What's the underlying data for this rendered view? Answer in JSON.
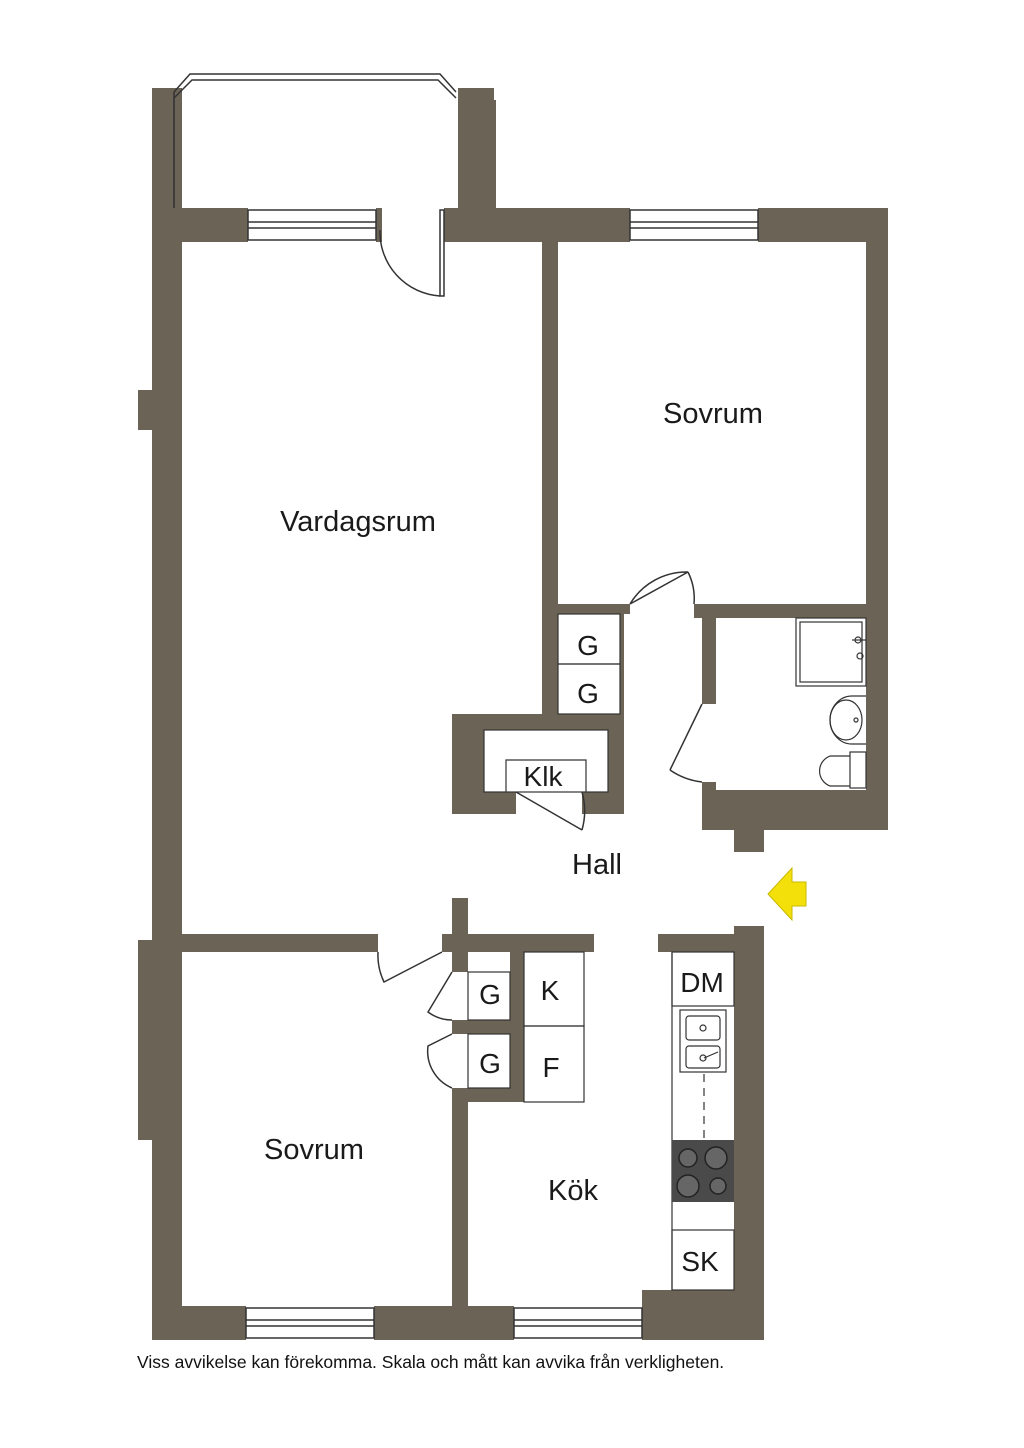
{
  "colors": {
    "wall": "#6b6356",
    "line": "#333333",
    "entrance_arrow": "#f3e00a",
    "background": "#ffffff"
  },
  "rooms": {
    "vardagsrum": "Vardagsrum",
    "sovrum_top": "Sovrum",
    "sovrum_bottom": "Sovrum",
    "hall": "Hall",
    "kok": "Kök",
    "klk": "Klk"
  },
  "storage": {
    "g1": "G",
    "g2": "G",
    "g3": "G",
    "g4": "G",
    "k": "K",
    "f": "F",
    "dm": "DM",
    "sk": "SK"
  },
  "icons": [
    "entrance-arrow-icon",
    "sink-icon",
    "stove-icon",
    "shower-icon",
    "washbasin-icon",
    "toilet-icon",
    "window-icon",
    "door-swing-icon"
  ],
  "disclaimer": "Viss avvikelse kan förekomma. Skala och mått kan avvika från verkligheten."
}
